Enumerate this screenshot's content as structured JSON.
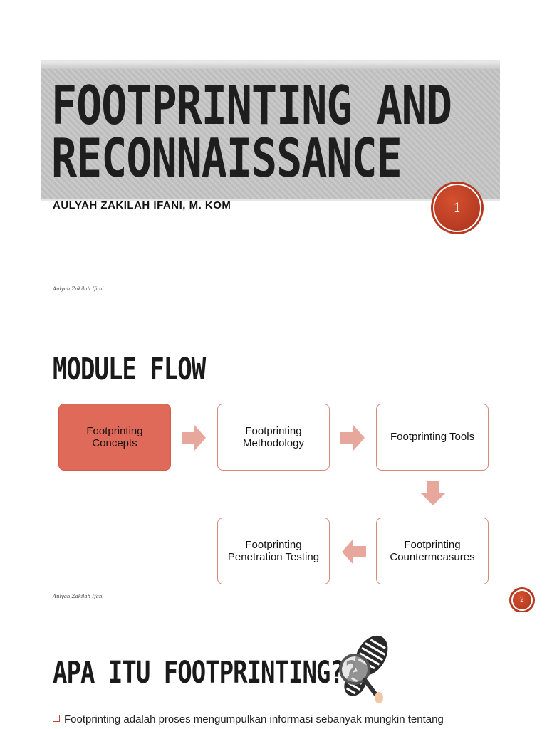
{
  "slide1": {
    "title_line1": "FOOTPRINTING AND",
    "title_line2": "RECONNAISSANCE",
    "subtitle": "AULYAH ZAKILAH IFANI, M. KOM",
    "page_number": "1",
    "footer": "Aulyah Zakilah Ifani"
  },
  "slide2": {
    "title": "MODULE FLOW",
    "steps": [
      "Footprinting Concepts",
      "Footprinting Methodology",
      "Footprinting Tools",
      "Footprinting Countermeasures",
      "Footprinting Penetration Testing"
    ],
    "page_number": "2",
    "footer": "Aulyah Zakilah Ifani"
  },
  "slide3": {
    "title": "APA ITU FOOTPRINTING??",
    "bullet": "Footprinting adalah proses mengumpulkan informasi sebanyak mungkin tentang"
  },
  "colors": {
    "accent": "#c0452a",
    "active_step": "#e06a59",
    "arrow": "#e8a79c"
  },
  "icons": [
    "magnifier-shoeprint-icon"
  ]
}
